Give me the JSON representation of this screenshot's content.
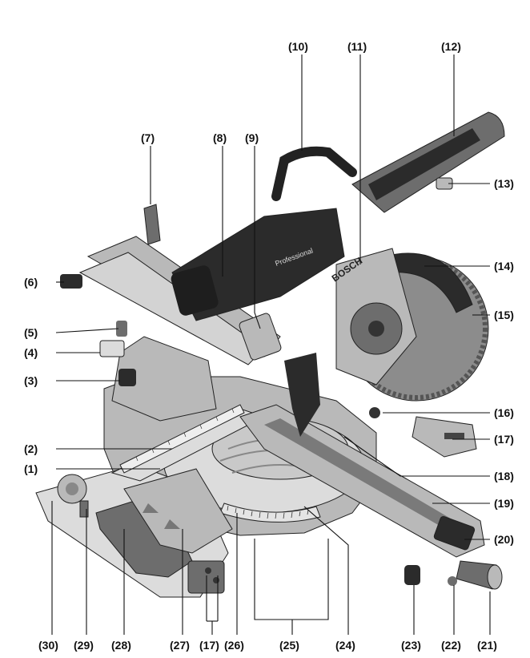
{
  "callouts": [
    {
      "id": "c1",
      "text": "(1)"
    },
    {
      "id": "c2",
      "text": "(2)"
    },
    {
      "id": "c3",
      "text": "(3)"
    },
    {
      "id": "c4",
      "text": "(4)"
    },
    {
      "id": "c5",
      "text": "(5)"
    },
    {
      "id": "c6",
      "text": "(6)"
    },
    {
      "id": "c7",
      "text": "(7)"
    },
    {
      "id": "c8",
      "text": "(8)"
    },
    {
      "id": "c9",
      "text": "(9)"
    },
    {
      "id": "c10",
      "text": "(10)"
    },
    {
      "id": "c11",
      "text": "(11)"
    },
    {
      "id": "c12",
      "text": "(12)"
    },
    {
      "id": "c13",
      "text": "(13)"
    },
    {
      "id": "c14",
      "text": "(14)"
    },
    {
      "id": "c15",
      "text": "(15)"
    },
    {
      "id": "c16",
      "text": "(16)"
    },
    {
      "id": "c17a",
      "text": "(17)"
    },
    {
      "id": "c18",
      "text": "(18)"
    },
    {
      "id": "c19",
      "text": "(19)"
    },
    {
      "id": "c20",
      "text": "(20)"
    },
    {
      "id": "c21",
      "text": "(21)"
    },
    {
      "id": "c22",
      "text": "(22)"
    },
    {
      "id": "c23",
      "text": "(23)"
    },
    {
      "id": "c24",
      "text": "(24)"
    },
    {
      "id": "c25",
      "text": "(25)"
    },
    {
      "id": "c26",
      "text": "(26)"
    },
    {
      "id": "c17b",
      "text": "(17)"
    },
    {
      "id": "c27",
      "text": "(27)"
    },
    {
      "id": "c28",
      "text": "(28)"
    },
    {
      "id": "c29",
      "text": "(29)"
    },
    {
      "id": "c30",
      "text": "(30)"
    }
  ],
  "branding": {
    "logo_text": "BOSCH",
    "motor_text": "Professional"
  }
}
